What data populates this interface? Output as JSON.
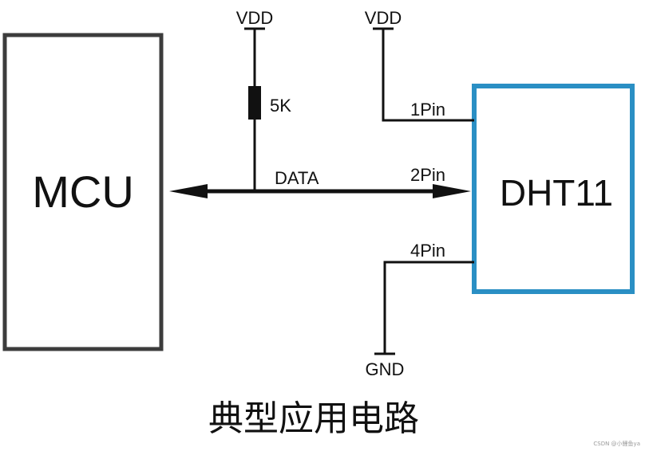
{
  "diagram": {
    "mcu_label": "MCU",
    "sensor_label": "DHT11",
    "vdd_left": "VDD",
    "vdd_right": "VDD",
    "resistor_value": "5K",
    "data_label": "DATA",
    "pin1": "1Pin",
    "pin2": "2Pin",
    "pin4": "4Pin",
    "gnd": "GND",
    "caption": "典型应用电路",
    "watermark": "CSDN @小鲤鱼ya"
  },
  "colors": {
    "mcu_border": "#3c3c3c",
    "sensor_border": "#2a8fc4",
    "wire": "#111111"
  }
}
